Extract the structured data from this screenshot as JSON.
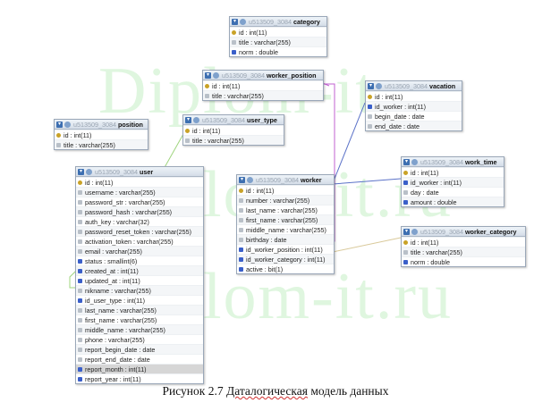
{
  "watermark": {
    "text": "Diplom-it.ru"
  },
  "colors": {
    "link_purple": "#c060d0",
    "link_green": "#9fd47e",
    "link_blue": "#5b72c8",
    "link_tan": "#d9c99a"
  },
  "tables": {
    "category": {
      "prefix": "u513509_3084",
      "name": "category",
      "rows": [
        {
          "text": "id : int(11)",
          "icon": "key"
        },
        {
          "text": "title : varchar(255)",
          "icon": "txt"
        },
        {
          "text": "norm : double",
          "icon": "num"
        }
      ]
    },
    "worker_position": {
      "prefix": "u513509_3084",
      "name": "worker_position",
      "rows": [
        {
          "text": "id : int(11)",
          "icon": "key"
        },
        {
          "text": "title : varchar(255)",
          "icon": "txt"
        }
      ]
    },
    "vacation": {
      "prefix": "u513509_3084",
      "name": "vacation",
      "rows": [
        {
          "text": "id : int(11)",
          "icon": "key"
        },
        {
          "text": "id_worker : int(11)",
          "icon": "num"
        },
        {
          "text": "begin_date : date",
          "icon": "txt"
        },
        {
          "text": "end_date : date",
          "icon": "txt"
        }
      ]
    },
    "position": {
      "prefix": "u513509_3084",
      "name": "position",
      "rows": [
        {
          "text": "id : int(11)",
          "icon": "key"
        },
        {
          "text": "title : varchar(255)",
          "icon": "txt"
        }
      ]
    },
    "user_type": {
      "prefix": "u513509_3084",
      "name": "user_type",
      "rows": [
        {
          "text": "id : int(11)",
          "icon": "key"
        },
        {
          "text": "title : varchar(255)",
          "icon": "txt"
        }
      ]
    },
    "work_time": {
      "prefix": "u513509_3084",
      "name": "work_time",
      "rows": [
        {
          "text": "id : int(11)",
          "icon": "key"
        },
        {
          "text": "id_worker : int(11)",
          "icon": "num"
        },
        {
          "text": "day : date",
          "icon": "txt"
        },
        {
          "text": "amount : double",
          "icon": "num"
        }
      ]
    },
    "user": {
      "prefix": "u513509_3084",
      "name": "user",
      "rows": [
        {
          "text": "id : int(11)",
          "icon": "key"
        },
        {
          "text": "username : varchar(255)",
          "icon": "txt"
        },
        {
          "text": "password_str : varchar(255)",
          "icon": "txt"
        },
        {
          "text": "password_hash : varchar(255)",
          "icon": "txt"
        },
        {
          "text": "auth_key : varchar(32)",
          "icon": "txt"
        },
        {
          "text": "password_reset_token : varchar(255)",
          "icon": "txt"
        },
        {
          "text": "activation_token : varchar(255)",
          "icon": "txt"
        },
        {
          "text": "email : varchar(255)",
          "icon": "txt"
        },
        {
          "text": "status : smallint(6)",
          "icon": "num"
        },
        {
          "text": "created_at : int(11)",
          "icon": "num"
        },
        {
          "text": "updated_at : int(11)",
          "icon": "num"
        },
        {
          "text": "nikname : varchar(255)",
          "icon": "txt"
        },
        {
          "text": "id_user_type : int(11)",
          "icon": "num"
        },
        {
          "text": "last_name : varchar(255)",
          "icon": "txt"
        },
        {
          "text": "first_name : varchar(255)",
          "icon": "txt"
        },
        {
          "text": "middle_name : varchar(255)",
          "icon": "txt"
        },
        {
          "text": "phone : varchar(255)",
          "icon": "txt"
        },
        {
          "text": "report_begin_date : date",
          "icon": "txt"
        },
        {
          "text": "report_end_date : date",
          "icon": "txt"
        },
        {
          "text": "report_month : int(11)",
          "icon": "num",
          "selected": true
        },
        {
          "text": "report_year : int(11)",
          "icon": "num"
        }
      ]
    },
    "worker": {
      "prefix": "u513509_3084",
      "name": "worker",
      "rows": [
        {
          "text": "id : int(11)",
          "icon": "key"
        },
        {
          "text": "number : varchar(255)",
          "icon": "txt"
        },
        {
          "text": "last_name : varchar(255)",
          "icon": "txt"
        },
        {
          "text": "first_name : varchar(255)",
          "icon": "txt"
        },
        {
          "text": "middle_name : varchar(255)",
          "icon": "txt"
        },
        {
          "text": "birthday : date",
          "icon": "txt"
        },
        {
          "text": "id_worker_position : int(11)",
          "icon": "num"
        },
        {
          "text": "id_worker_category : int(11)",
          "icon": "num"
        },
        {
          "text": "active : bit(1)",
          "icon": "num"
        }
      ]
    },
    "worker_category": {
      "prefix": "u513509_3084",
      "name": "worker_category",
      "rows": [
        {
          "text": "id : int(11)",
          "icon": "key"
        },
        {
          "text": "title : varchar(255)",
          "icon": "txt"
        },
        {
          "text": "norm : double",
          "icon": "num"
        }
      ]
    }
  },
  "caption": {
    "prefix": "Рисунок 2.7 ",
    "underlined": "Даталогическая",
    "suffix": " модель данных"
  }
}
